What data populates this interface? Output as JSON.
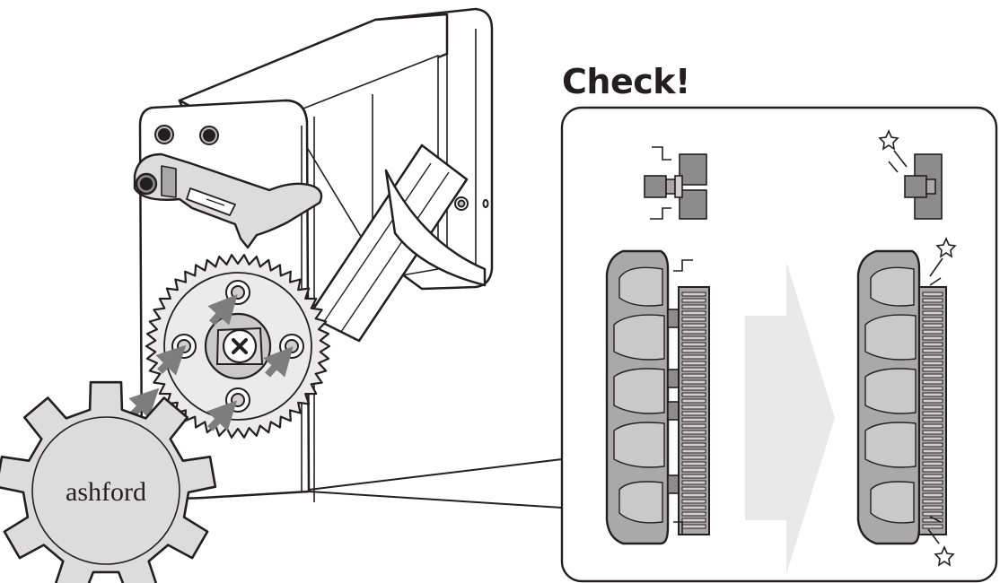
{
  "heading": {
    "text": "Check!"
  },
  "knob": {
    "brand_text": "ashford"
  },
  "colors": {
    "ink": "#231f20",
    "panel_fill": "#ffffff",
    "part_dark": "#7d7d7d",
    "part_mid": "#a9a9a9",
    "part_light": "#d0d0d0",
    "arrow_fill": "#e9e9e9",
    "gear_fill": "#ebebeb"
  },
  "icons": {
    "arrows": "push-arrow",
    "gap_mark": "zigzag-gap-icon",
    "ok_mark": "sparkle-star-icon"
  }
}
